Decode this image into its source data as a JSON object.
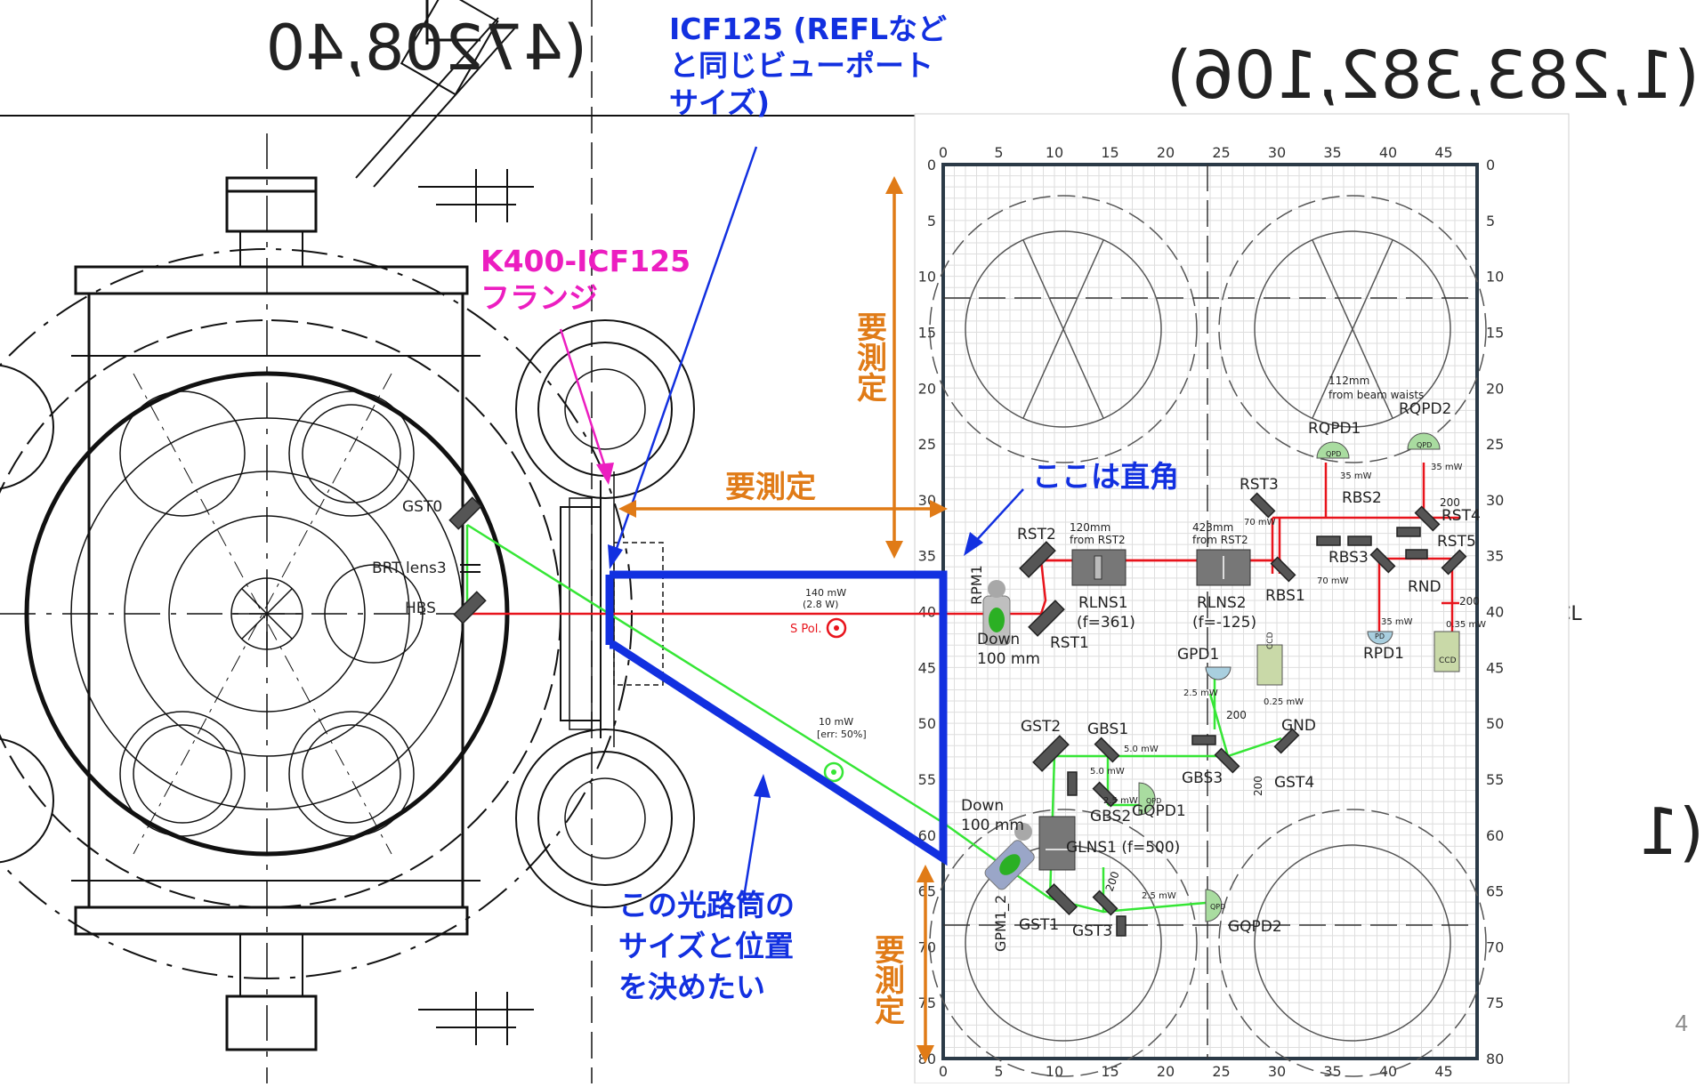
{
  "annotations": {
    "icf_note": [
      "ICF125 (REFLなど",
      "と同じビューポート",
      "サイズ)"
    ],
    "flange_note": [
      "K400-ICF125",
      "フランジ"
    ],
    "measure": "要測定",
    "right_angle": "ここは直角",
    "tube_note": [
      "この光路筒の",
      "サイズと位置",
      "を決めたい"
    ],
    "page_number": "4"
  },
  "cad": {
    "dims_left": "(47208,40",
    "dims_right": "(1,283,382,106)",
    "dims_small": "(1",
    "cl": "CL",
    "left_components": {
      "gst0": "GST0",
      "brt": "BRT lens3",
      "hbs": "HBS",
      "power_red": [
        "140 mW",
        "(2.8 W)"
      ],
      "spol": "S Pol.",
      "power_green": [
        "10 mW",
        "[err: 50%]"
      ]
    }
  },
  "breadboard": {
    "x_ticks": [
      "0",
      "5",
      "10",
      "15",
      "20",
      "25",
      "30",
      "35",
      "40",
      "45"
    ],
    "y_ticks": [
      "0",
      "5",
      "10",
      "15",
      "20",
      "25",
      "30",
      "35",
      "40",
      "45",
      "50",
      "55",
      "60",
      "65",
      "70",
      "75",
      "80"
    ],
    "components": {
      "rpm1": "RPM1",
      "down1": [
        "Down",
        "100 mm"
      ],
      "rst1": "RST1",
      "rst2": "RST2",
      "rlns1": [
        "RLNS1",
        "(f=361)"
      ],
      "rlns1_note": [
        "120mm",
        "from RST2"
      ],
      "rlns2": [
        "RLNS2",
        "(f=-125)"
      ],
      "rlns2_note": [
        "423mm",
        "from RST2"
      ],
      "rbs1": "RBS1",
      "rst3": "RST3",
      "rbs2": "RBS2",
      "rbs3": "RBS3",
      "rst4": "RST4",
      "rst5": "RST5",
      "rnd": "RND",
      "rqpd1": "RQPD1",
      "rqpd2": "RQPD2",
      "rpd1": "RPD1",
      "waist_note": [
        "112mm",
        "from beam waists"
      ],
      "ccd": "CCD",
      "gpd1": "GPD1",
      "gnd": "GND",
      "gst2": "GST2",
      "gbs1": "GBS1",
      "gbs2": "GBS2",
      "gbs3": "GBS3",
      "gst4": "GST4",
      "gqpd1": "GQPD1",
      "gqpd2": "GQPD2",
      "glns1": "GLNS1 (f=500)",
      "down2": [
        "Down",
        "100 mm"
      ],
      "gpm12": "GPM1_2",
      "gst1": "GST1",
      "gst3": "GST3",
      "p70a": "70 mW",
      "p70b": "70 mW",
      "p35a": "35 mW",
      "p35b": "35 mW",
      "p35c": "35 mW",
      "p035": "0.35 mW",
      "p200a": "200",
      "p200b": "200",
      "p200c": "200",
      "p200d": "200",
      "p200e": "200",
      "p200f": "200",
      "p5a": "5.0 mW",
      "p5b": "5.0 mW",
      "p25a": "2.5 mW",
      "p25b": "2.5 mW",
      "p25c": "2.5 mW",
      "p025": "0.25 mW",
      "qpd": "QPD",
      "pd": "PD"
    }
  },
  "colors": {
    "blue_annotation": "#1230e0",
    "magenta_annotation": "#ec1ec0",
    "orange_annotation": "#e07b17",
    "red_beam": "#e8141c",
    "green_beam": "#36e636"
  }
}
